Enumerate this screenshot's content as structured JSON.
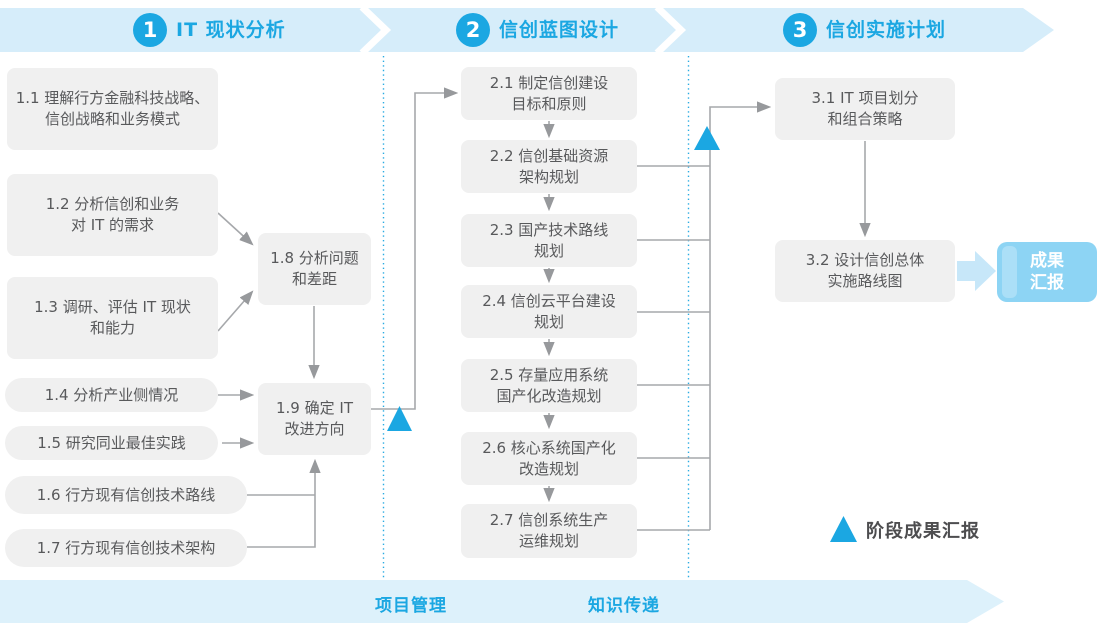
{
  "colors": {
    "accent_blue": "#1BA7E2",
    "band_light_blue": "#D6EDFA",
    "footer_band_blue": "#DDF1FB",
    "box_gray": "#F0F0F0",
    "box_text_gray": "#58595B",
    "connector_gray": "#A6A8AB",
    "report_box_blue": "#8DD4F4",
    "thick_arrow_blue": "#C7E7F9"
  },
  "phases": [
    {
      "number": "1",
      "title": "IT 现状分析"
    },
    {
      "number": "2",
      "title": "信创蓝图设计"
    },
    {
      "number": "3",
      "title": "信创实施计划"
    }
  ],
  "boxes": {
    "b1_1": "1.1 理解行方金融科技战略、\n信创战略和业务模式",
    "b1_2": "1.2 分析信创和业务\n对 IT 的需求",
    "b1_3": "1.3 调研、评估 IT 现状\n和能力",
    "b1_4": "1.4 分析产业侧情况",
    "b1_5": "1.5 研究同业最佳实践",
    "b1_6": "1.6 行方现有信创技术路线",
    "b1_7": "1.7 行方现有信创技术架构",
    "b1_8": "1.8 分析问题\n和差距",
    "b1_9": "1.9 确定 IT\n改进方向",
    "b2_1": "2.1 制定信创建设\n目标和原则",
    "b2_2": "2.2 信创基础资源\n架构规划",
    "b2_3": "2.3 国产技术路线\n规划",
    "b2_4": "2.4 信创云平台建设\n规划",
    "b2_5": "2.5 存量应用系统\n国产化改造规划",
    "b2_6": "2.6 核心系统国产化\n改造规划",
    "b2_7": "2.7 信创系统生产\n运维规划",
    "b3_1": "3.1 IT 项目划分\n和组合策略",
    "b3_2": "3.2 设计信创总体\n实施路线图"
  },
  "report_box": "成果\n汇报",
  "legend": {
    "label": "阶段成果汇报"
  },
  "footer": {
    "left": "项目管理",
    "right": "知识传递"
  }
}
